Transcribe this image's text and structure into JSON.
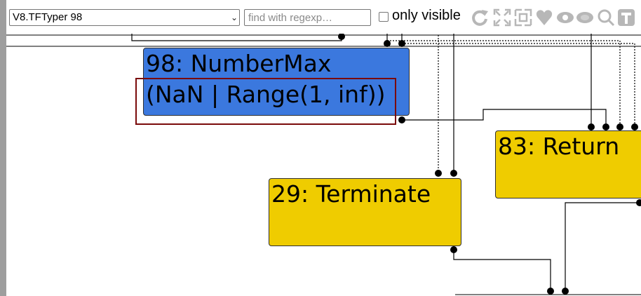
{
  "toolbar": {
    "phase_select": "V8.TFTyper 98",
    "search_placeholder": "find with regexp…",
    "only_visible_label": "only visible",
    "buttons": [
      {
        "name": "relayout-icon"
      },
      {
        "name": "layout-expand-icon"
      },
      {
        "name": "layout-fit-icon"
      },
      {
        "name": "toggle-types-icon"
      },
      {
        "name": "show-all-icon"
      },
      {
        "name": "hide-unselected-icon"
      },
      {
        "name": "zoom-selection-icon"
      },
      {
        "name": "toggle-text-icon"
      }
    ]
  },
  "nodes": {
    "n98": {
      "title": "98: NumberMax",
      "type": "(NaN | Range(1, inf))",
      "color": "#3b78de"
    },
    "n29": {
      "title": "29: Terminate",
      "color": "#efcc00"
    },
    "n83": {
      "title": "83: Return",
      "color": "#efcc00"
    }
  },
  "colors": {
    "highlight": "#7a0a0a",
    "edge": "#000000"
  }
}
